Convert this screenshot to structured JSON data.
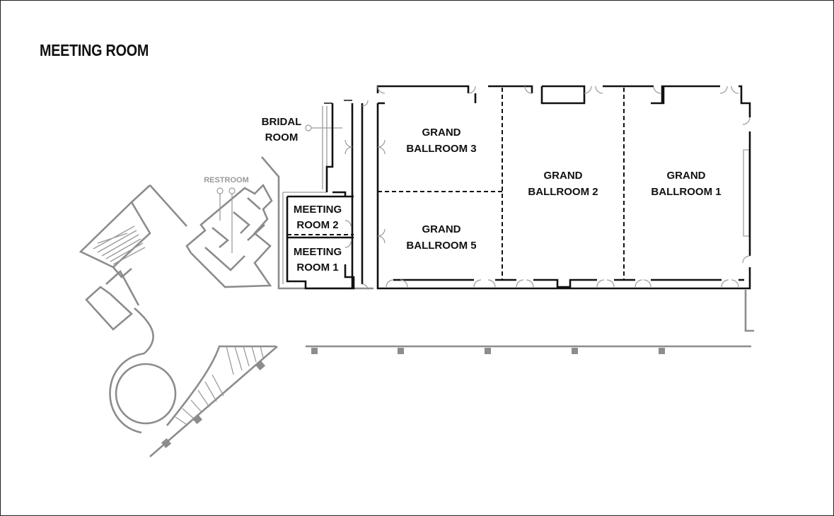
{
  "title": "MEETING ROOM",
  "rooms": {
    "bridal": [
      "BRIDAL",
      "ROOM"
    ],
    "restroom": "RESTROOM",
    "meeting2": [
      "MEETING",
      "ROOM 2"
    ],
    "meeting1": [
      "MEETING",
      "ROOM 1"
    ],
    "gb3": [
      "GRAND",
      "BALLROOM 3"
    ],
    "gb5": [
      "GRAND",
      "BALLROOM 5"
    ],
    "gb2": [
      "GRAND",
      "BALLROOM 2"
    ],
    "gb1": [
      "GRAND",
      "BALLROOM 1"
    ]
  }
}
